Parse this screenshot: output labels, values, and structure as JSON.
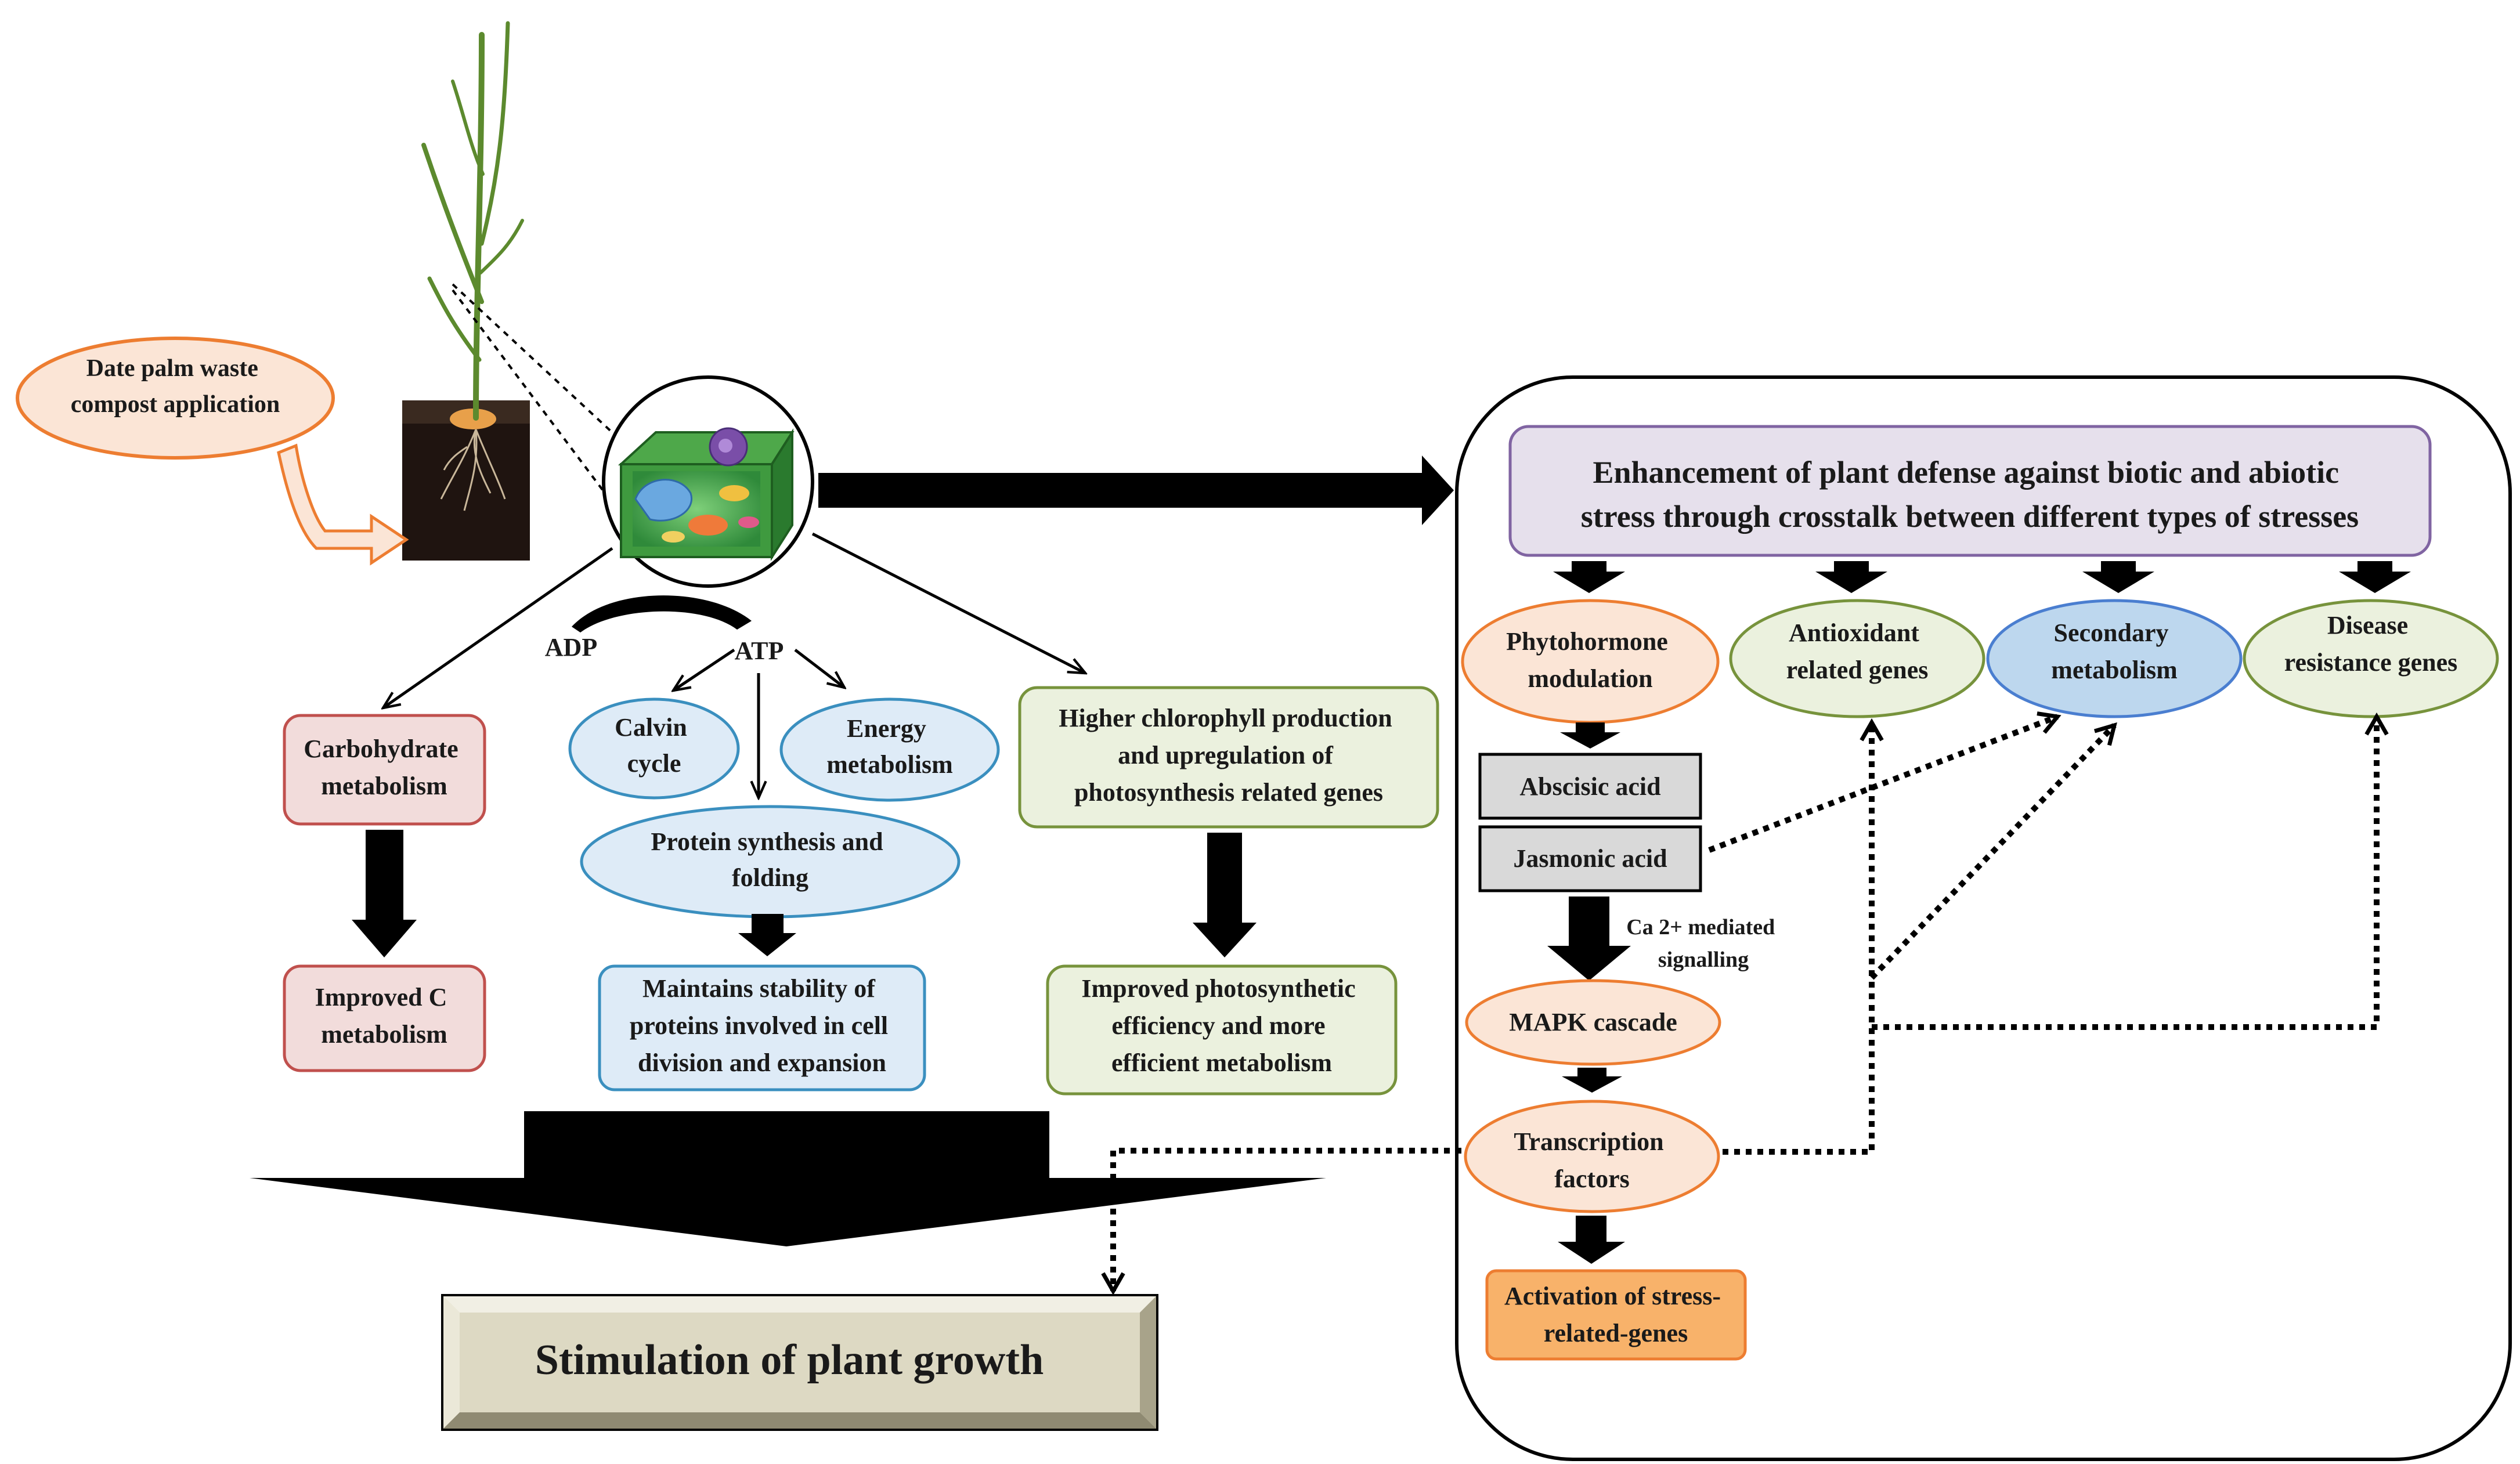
{
  "nodes": {
    "compost": {
      "lines": [
        "Date palm waste",
        "compost application"
      ]
    },
    "adp": {
      "text": "ADP"
    },
    "atp": {
      "text": "ATP"
    },
    "calvin": {
      "lines": [
        "Calvin",
        "cycle"
      ]
    },
    "energy": {
      "lines": [
        "Energy",
        "metabolism"
      ]
    },
    "protein": {
      "lines": [
        "Protein synthesis and",
        "folding"
      ]
    },
    "maintains": {
      "lines": [
        "Maintains stability of",
        "proteins involved in cell",
        "division and expansion"
      ]
    },
    "carbo": {
      "lines": [
        "Carbohydrate",
        "metabolism"
      ]
    },
    "improved_c": {
      "lines": [
        "Improved C",
        "metabolism"
      ]
    },
    "chloro": {
      "lines": [
        "Higher chlorophyll production",
        "and upregulation of",
        "photosynthesis related genes"
      ]
    },
    "photo_eff": {
      "lines": [
        "Improved photosynthetic",
        "efficiency and more",
        "efficient metabolism"
      ]
    },
    "stimulation": {
      "text": "Stimulation of plant growth"
    },
    "enhancement": {
      "lines": [
        "Enhancement of plant defense against biotic and abiotic",
        "stress through crosstalk between different types of stresses"
      ]
    },
    "phyto": {
      "lines": [
        "Phytohormone",
        "modulation"
      ]
    },
    "antiox": {
      "lines": [
        "Antioxidant",
        "related genes"
      ]
    },
    "secondary": {
      "lines": [
        "Secondary",
        "metabolism"
      ]
    },
    "disease": {
      "lines": [
        "Disease",
        "resistance genes"
      ]
    },
    "abscisic": {
      "text": "Abscisic acid"
    },
    "jasmonic": {
      "text": "Jasmonic acid"
    },
    "ca_signal": {
      "lines": [
        "Ca 2+ mediated",
        "signalling"
      ]
    },
    "mapk": {
      "text": "MAPK cascade"
    },
    "tf": {
      "lines": [
        "Transcription",
        "factors"
      ]
    },
    "activation": {
      "lines": [
        "Activation of stress-",
        "related-genes"
      ]
    }
  },
  "colors": {
    "orange_fill": "#fbe5d6",
    "orange_stroke": "#ed7d31",
    "blue_fill": "#deebf7",
    "blue_stroke": "#3a8fbf",
    "secondary_fill": "#bdd7ee",
    "secondary_stroke": "#4a7ed0",
    "green_fill": "#ebf1de",
    "green_stroke": "#77933c",
    "red_fill": "#f2dcdb",
    "red_stroke": "#c0504d",
    "purple_fill": "#e6e0ec",
    "purple_stroke": "#8064a2",
    "grey_fill": "#d9d9d9",
    "activation_fill": "#f8b26a",
    "stimulation_fill": "#ddd9c3"
  }
}
